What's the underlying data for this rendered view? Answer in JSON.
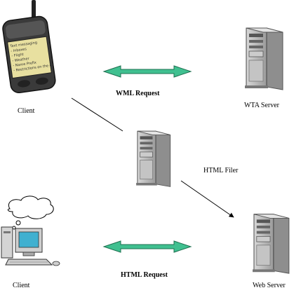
{
  "labels": {
    "client_top": "Client",
    "client_bottom": "Client",
    "wta_server": "WTA Server",
    "web_server": "Web Server",
    "html_filter": "HTML Filer",
    "wml_request": "WML Request",
    "html_request": "HTML Request"
  },
  "phone_screen_lines": [
    "Text messaging",
    "- Inboxes",
    "- Flight",
    "- Weather",
    "- Name Prefix",
    "- Restrictions on the go"
  ],
  "colors": {
    "arrow_fill": "#40c090",
    "arrow_stroke": "#1e7050",
    "server_body": "#b8b8b8",
    "phone_screen": "#e8e0a0",
    "monitor_screen": "#40b0d0"
  },
  "icons": [
    "phone-icon",
    "desktop-computer-icon",
    "server-icon"
  ]
}
